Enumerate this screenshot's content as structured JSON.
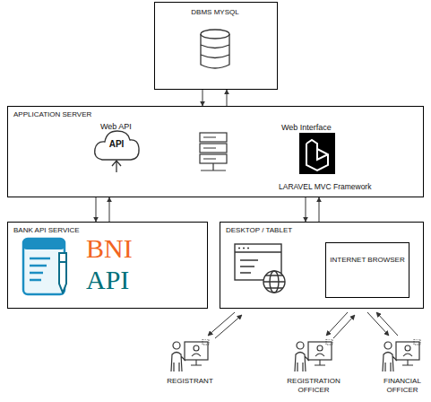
{
  "diagram": {
    "nodes": [
      {
        "text": [
          "DBMS MYSQL"
        ]
      },
      {
        "text": [
          "APPLICATION SERVER",
          "Web API",
          "Web Interface",
          "LARAVEL MVC Framework"
        ]
      },
      {
        "text": [
          "BANK API SERVICE"
        ]
      },
      {
        "text": [
          "DESKTOP / TABLET"
        ]
      },
      {
        "text": [
          "INTERNET BROWSER"
        ],
        "in": 3
      }
    ],
    "edges": [
      {
        "from": 0,
        "to": 1,
        "arrow": "to"
      },
      {
        "from": 1,
        "to": 0,
        "arrow": "to"
      },
      {
        "from": 1,
        "to": 2,
        "arrow": "to"
      },
      {
        "from": 2,
        "to": 1,
        "arrow": "to"
      },
      {
        "from": 1,
        "to": 3,
        "arrow": "to"
      },
      {
        "from": 3,
        "to": 1,
        "arrow": "to"
      }
    ],
    "labels": [
      "API",
      "BNI",
      "API",
      "REGISTRANT",
      "REGISTRATION OFFICER",
      "FINANCIAL OFFICER"
    ]
  }
}
